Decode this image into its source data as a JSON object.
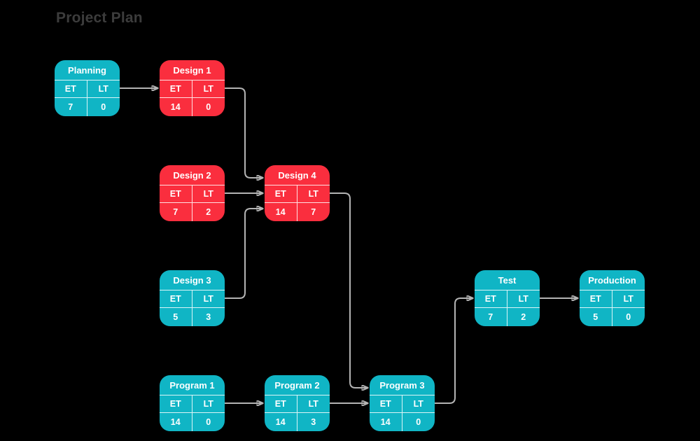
{
  "page_title": "Project Plan",
  "table_headers": {
    "et": "ET",
    "lt": "LT"
  },
  "colors": {
    "background": "#000000",
    "teal_node": "#10b5c5",
    "red_node": "#fa2e3e",
    "connector": "#b4b4b4",
    "title_text": "#3c3c3c",
    "node_text": "#ffffff"
  },
  "nodes": [
    {
      "id": "planning",
      "title": "Planning",
      "et": "7",
      "lt": "0",
      "color": "teal"
    },
    {
      "id": "design1",
      "title": "Design 1",
      "et": "14",
      "lt": "0",
      "color": "red"
    },
    {
      "id": "design2",
      "title": "Design 2",
      "et": "7",
      "lt": "2",
      "color": "red"
    },
    {
      "id": "design4",
      "title": "Design 4",
      "et": "14",
      "lt": "7",
      "color": "red"
    },
    {
      "id": "design3",
      "title": "Design 3",
      "et": "5",
      "lt": "3",
      "color": "teal"
    },
    {
      "id": "test",
      "title": "Test",
      "et": "7",
      "lt": "2",
      "color": "teal"
    },
    {
      "id": "production",
      "title": "Production",
      "et": "5",
      "lt": "0",
      "color": "teal"
    },
    {
      "id": "program1",
      "title": "Program 1",
      "et": "14",
      "lt": "0",
      "color": "teal"
    },
    {
      "id": "program2",
      "title": "Program 2",
      "et": "14",
      "lt": "3",
      "color": "teal"
    },
    {
      "id": "program3",
      "title": "Program 3",
      "et": "14",
      "lt": "0",
      "color": "teal"
    }
  ],
  "edges": [
    {
      "from": "Planning",
      "to": "Design 1"
    },
    {
      "from": "Design 1",
      "to": "Design 4"
    },
    {
      "from": "Design 2",
      "to": "Design 4"
    },
    {
      "from": "Design 3",
      "to": "Design 4"
    },
    {
      "from": "Design 4",
      "to": "Program 3"
    },
    {
      "from": "Program 1",
      "to": "Program 2"
    },
    {
      "from": "Program 2",
      "to": "Program 3"
    },
    {
      "from": "Program 3",
      "to": "Test"
    },
    {
      "from": "Test",
      "to": "Production"
    }
  ]
}
